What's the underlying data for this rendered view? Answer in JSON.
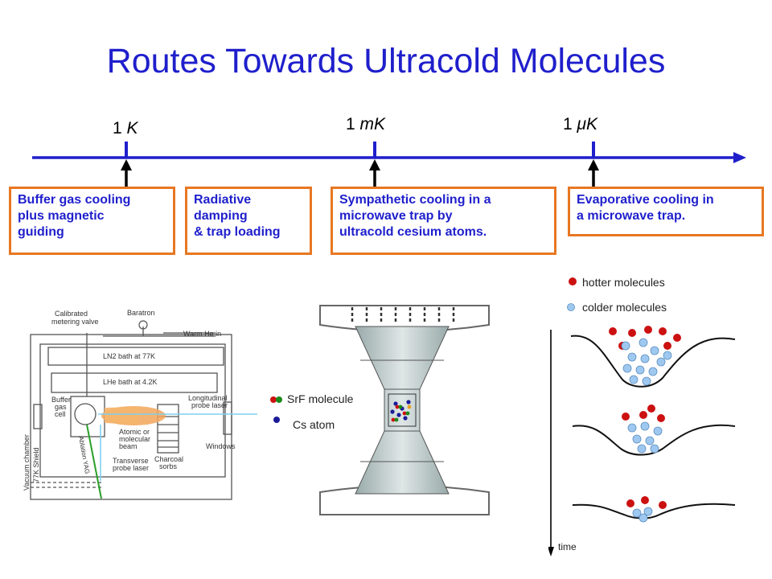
{
  "slide": {
    "title": "Routes Towards Ultracold Molecules"
  },
  "timeline": {
    "ticks": [
      {
        "num": "1",
        "unit": "K"
      },
      {
        "num": "1",
        "unit": "mK"
      },
      {
        "num": "1",
        "unit": "μK"
      }
    ]
  },
  "boxes": [
    {
      "lines": [
        "Buffer gas cooling",
        "plus magnetic",
        "guiding"
      ]
    },
    {
      "lines": [
        "Radiative",
        "damping",
        "& trap loading"
      ]
    },
    {
      "lines": [
        "Sympathetic cooling in a",
        "microwave trap by",
        "ultracold cesium atoms."
      ]
    },
    {
      "lines": [
        "Evaporative cooling in",
        "a microwave trap."
      ]
    }
  ],
  "apparatus": {
    "labels": {
      "metering": "Calibrated",
      "metering2": "metering valve",
      "baratron": "Baratron",
      "warm_he": "Warm He in",
      "ln2": "LN2 bath at 77K",
      "lhe": "LHe bath at 4.2K",
      "buffer": "Buffer",
      "buffer2": "gas",
      "buffer3": "cell",
      "longitudinal": "Longitudinal",
      "longitudinal2": "probe laser",
      "atomic": "Atomic or",
      "atomic2": "molecular",
      "atomic3": "beam",
      "transverse": "Transverse",
      "transverse2": "probe laser",
      "charcoal": "Charcoal",
      "charcoal2": "sorbs",
      "windows": "Windows",
      "vacuum": "Vacuum chamber",
      "shield": "77K Shield",
      "ablation": "Ablation YAG"
    }
  },
  "trap": {
    "legend_srf": "SrF molecule",
    "legend_cs": "Cs atom"
  },
  "evap": {
    "legend_hot": "hotter molecules",
    "legend_cold": "colder molecules",
    "time_label": "time"
  },
  "colors": {
    "title": "#1f1fcc",
    "axis": "#1f1fcc",
    "box_border": "#e87722",
    "hot": "#cc1111",
    "cold": "#9fc8f0",
    "cs": "#1a1a99",
    "srf_green": "#1a8a1a"
  }
}
